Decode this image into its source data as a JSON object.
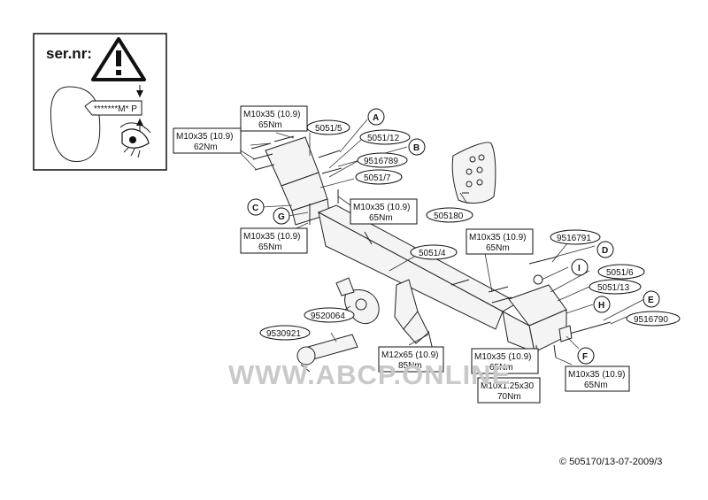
{
  "serial": {
    "label": "ser.nr:",
    "plate_code": "*******M* P",
    "warning_icon": "warning-triangle-icon",
    "eye_icon": "eye-icon"
  },
  "callouts": {
    "A": "A",
    "B": "B",
    "C": "C",
    "D": "D",
    "E": "E",
    "F": "F",
    "G": "G",
    "H": "H",
    "I": "I"
  },
  "parts": {
    "p5051_5": "5051/5",
    "p5051_12": "5051/12",
    "p9516789": "9516789",
    "p5051_7": "5051/7",
    "p505180": "505180",
    "p5051_4": "5051/4",
    "p9516791": "9516791",
    "p5051_6": "5051/6",
    "p5051_13": "5051/13",
    "p9516790": "9516790",
    "p9520064": "9520064",
    "p9530921": "9530921"
  },
  "torque_boxes": {
    "top_center": [
      "M10x35 (10.9)",
      "65Nm"
    ],
    "top_left": [
      "M10x35 (10.9)",
      "62Nm"
    ],
    "mid_center": [
      "M10x35 (10.9)",
      "65Nm"
    ],
    "left_lower": [
      "M10x35 (10.9)",
      "65Nm"
    ],
    "right_upper": [
      "M10x35 (10.9)",
      "65Nm"
    ],
    "bottom_center": [
      "M12x65 (10.9)",
      "85Nm"
    ],
    "bottom_right_a": [
      "M10x35 (10.9)",
      "65Nm"
    ],
    "bottom_right_b": [
      "M10x1.25x30",
      "70Nm"
    ],
    "bottom_right_c": [
      "M10x35 (10.9)",
      "65Nm"
    ]
  },
  "watermark": "WWW.ABCP.ONLINE",
  "footer": "© 505170/13-07-2009/3"
}
